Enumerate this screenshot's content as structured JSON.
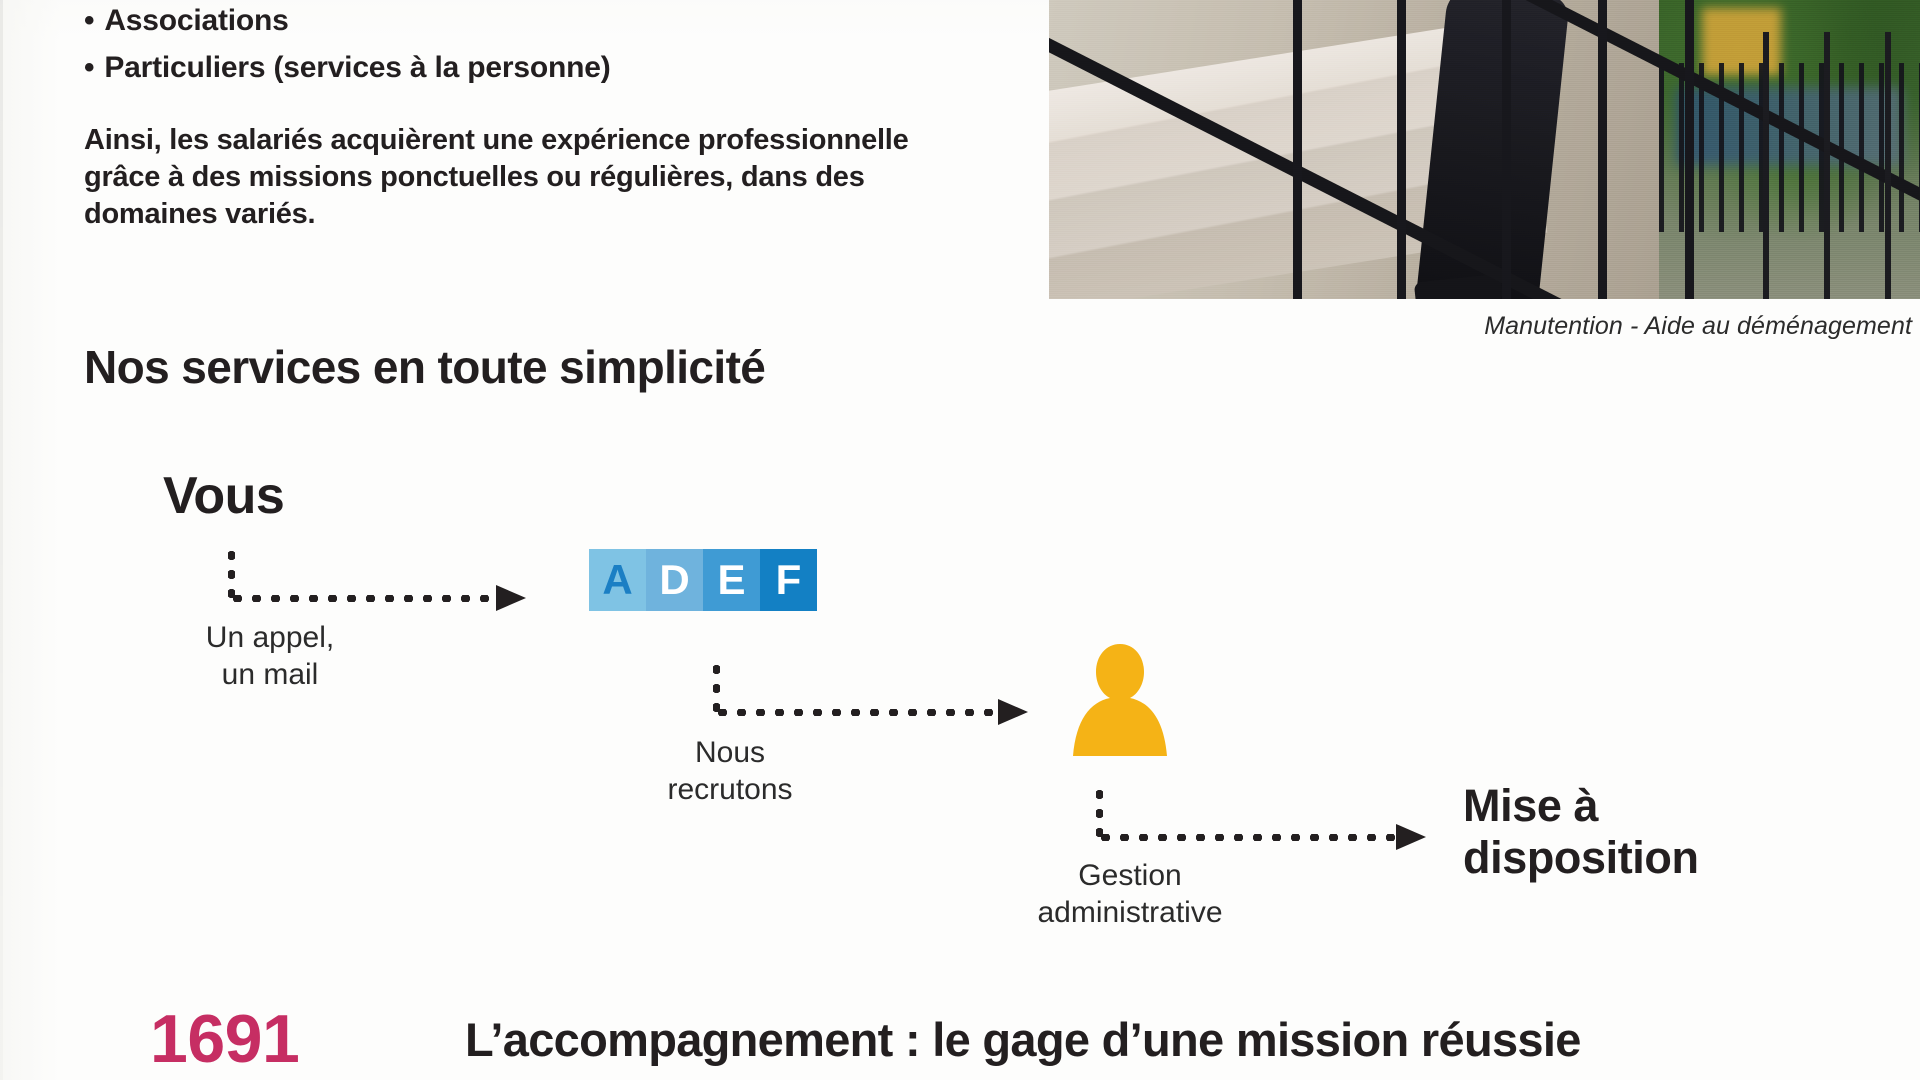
{
  "document": {
    "language": "fr",
    "background_color": "#ffffff",
    "text_color": "#231f20"
  },
  "intro": {
    "bullet_marker": "•",
    "bullets": [
      "Associations",
      "Particuliers (services à la personne)"
    ],
    "paragraph": "Ainsi, les salariés acquièrent une expérience professionnelle grâce à des missions ponctuelles ou régulières, dans des domaines variés."
  },
  "photo": {
    "alt": "Personne descendant un escalier en béton avec rampe métallique noire",
    "caption": "Manutention - Aide au déménagement"
  },
  "section": {
    "title": "Nos services en toute simplicité"
  },
  "flow": {
    "start_node": "Vous",
    "end_node": "Mise à disposition",
    "steps": [
      {
        "label": "Un appel,\nun mail",
        "line1": "Un appel,",
        "line2": "un mail"
      },
      {
        "label": "Nous\nrecrutons",
        "line1": "Nous",
        "line2": "recrutons"
      },
      {
        "label": "Gestion\nadministrative",
        "line1": "Gestion",
        "line2": "administrative"
      }
    ],
    "arrow_style": "dotted-elbow-with-solid-head",
    "arrow_color": "#231f20"
  },
  "logo": {
    "name": "ADEF",
    "letters": [
      {
        "char": "A",
        "tile_color": "#7fc3e4",
        "text_color": "#1b7fc4"
      },
      {
        "char": "D",
        "tile_color": "#6fb3dd",
        "text_color": "#ffffff"
      },
      {
        "char": "E",
        "tile_color": "#3f9bd4",
        "text_color": "#ffffff"
      },
      {
        "char": "F",
        "tile_color": "#1380c4",
        "text_color": "#ffffff"
      }
    ]
  },
  "person_icon": {
    "name": "person-silhouette",
    "color": "#f5b316"
  },
  "bottom": {
    "stat_number": "1691",
    "stat_color": "#c62e63",
    "title": "L’accompagnement : le gage d’une mission réussie"
  }
}
